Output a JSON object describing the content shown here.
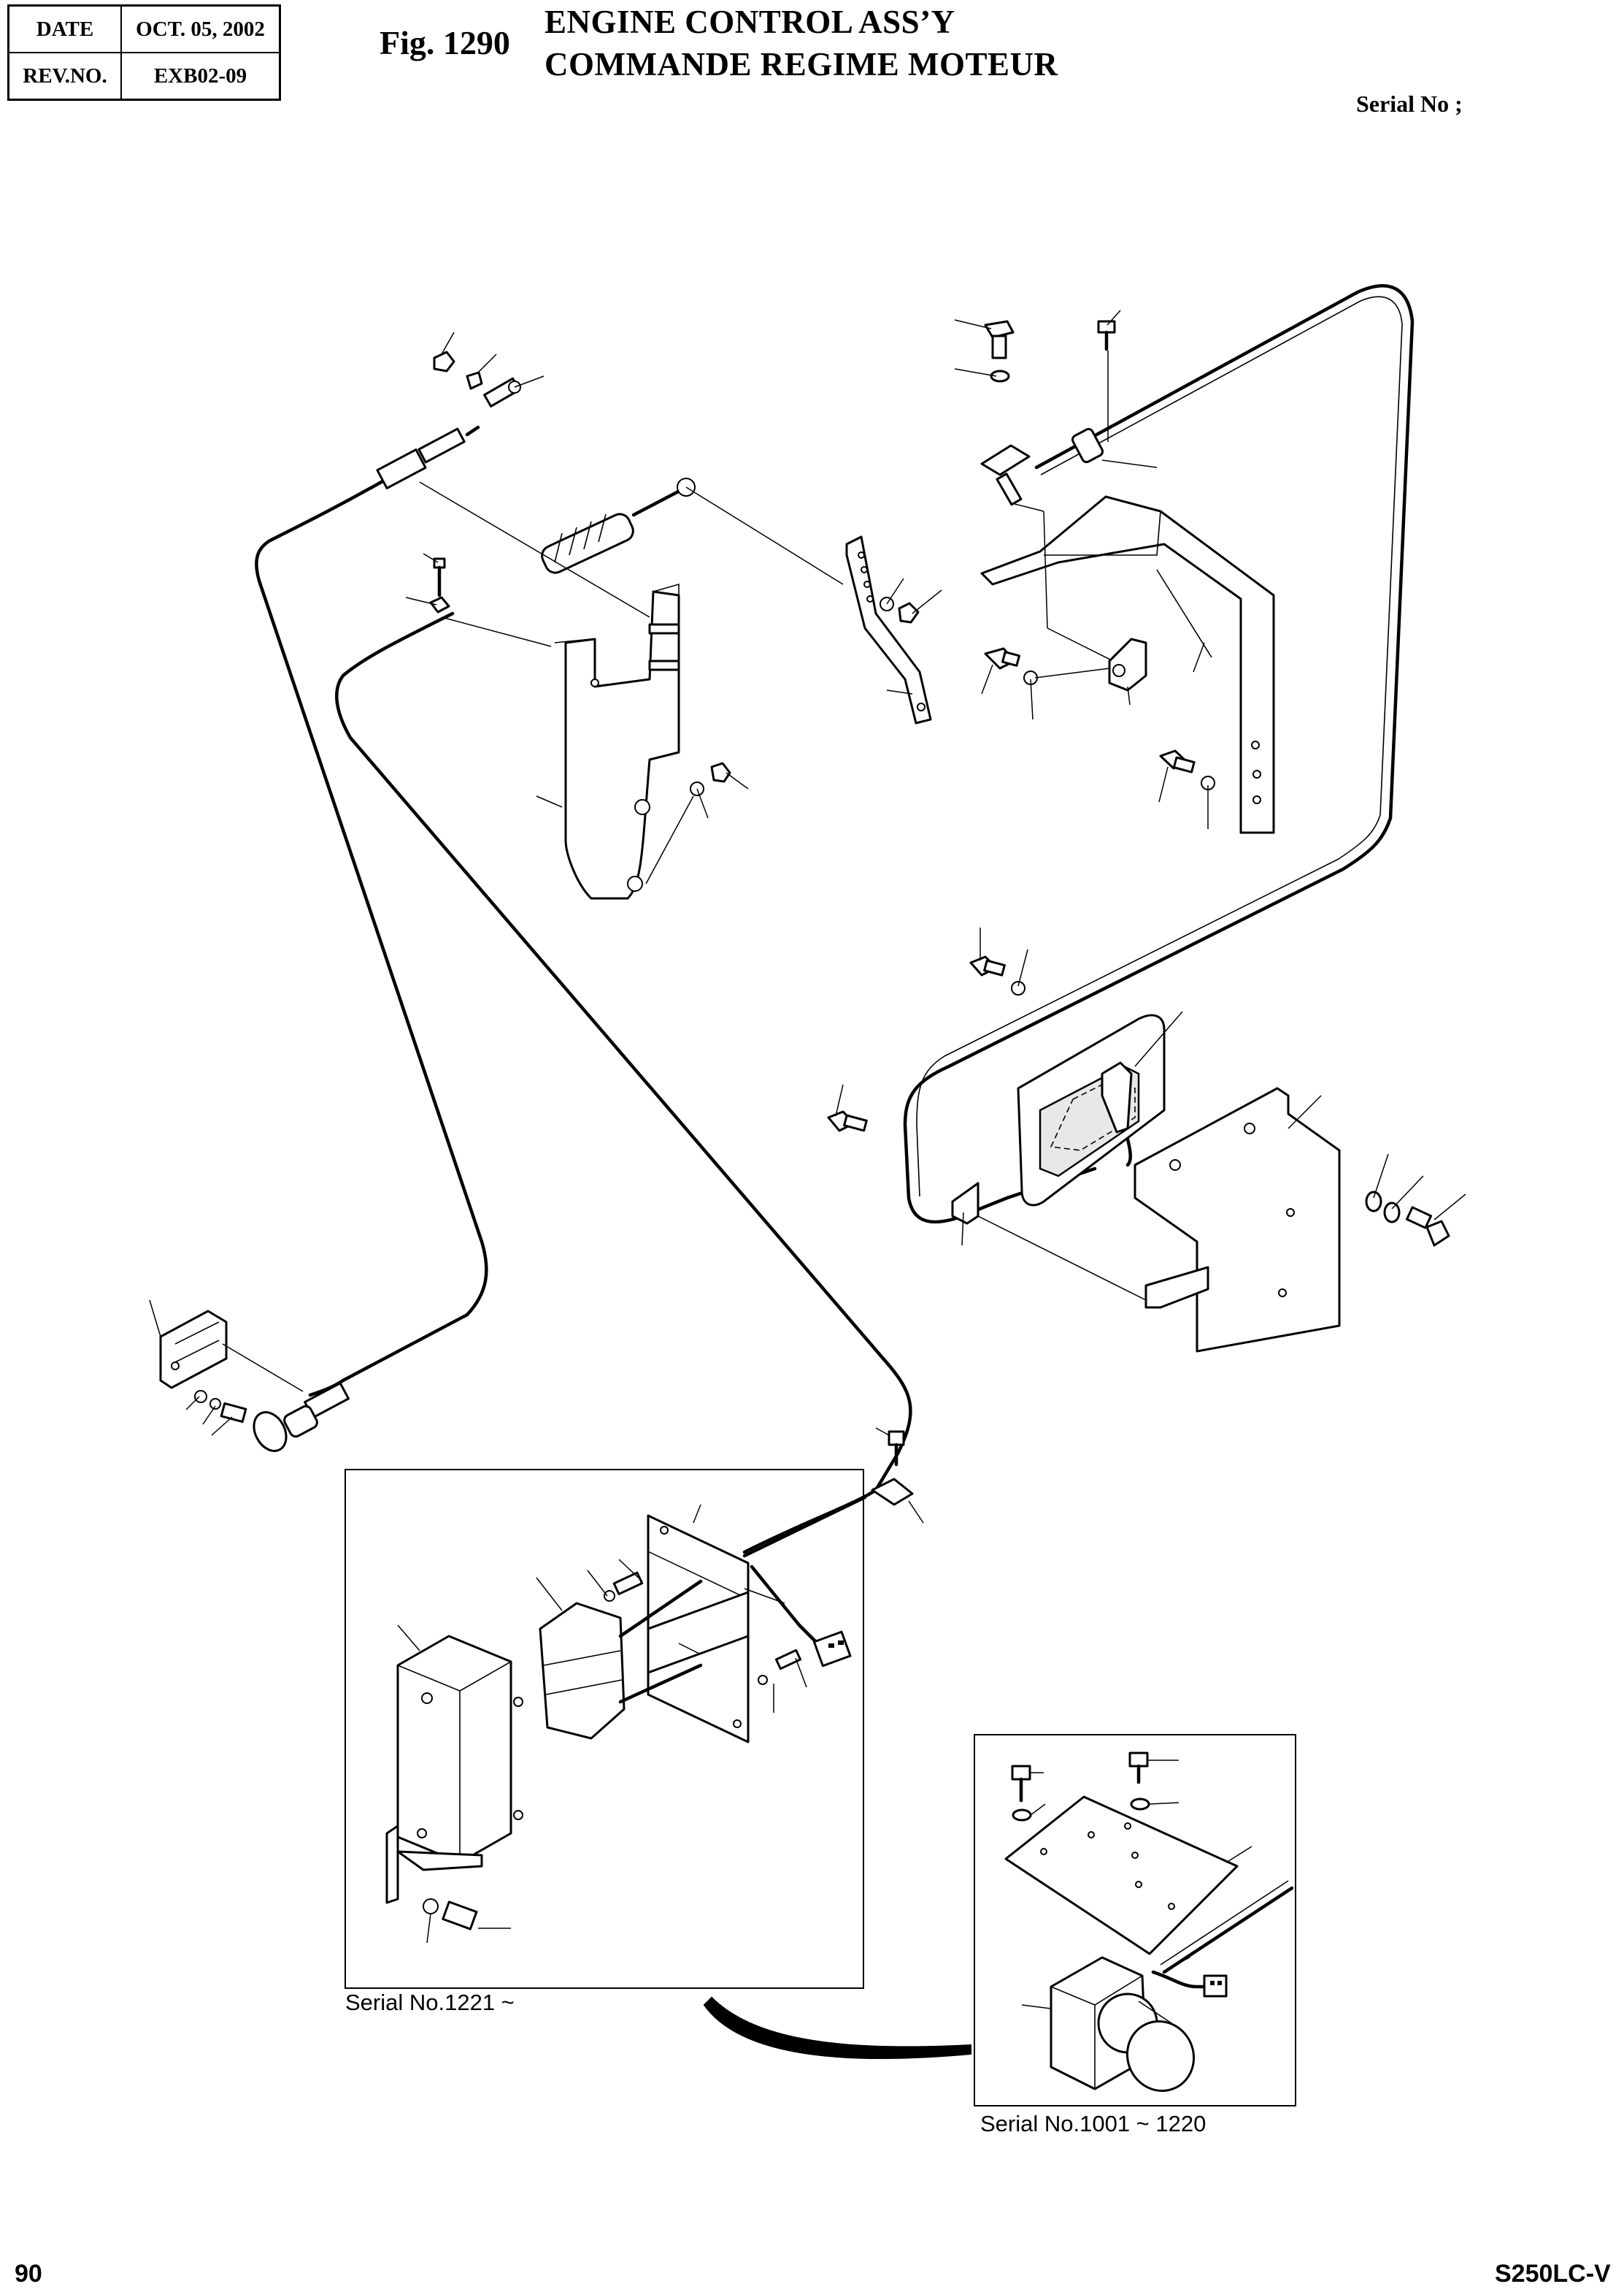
{
  "header": {
    "date_label": "DATE",
    "date_value": "OCT. 05, 2002",
    "rev_label": "REV.NO.",
    "rev_value": "EXB02-09",
    "fig_number": "Fig. 1290",
    "title_en": "ENGINE CONTROL ASS’Y",
    "title_fr": "COMMANDE REGIME MOTEUR",
    "serial_label": "Serial No ;"
  },
  "insets": {
    "inset_a_caption": "Serial No.1221 ~",
    "inset_b_caption": "Serial No.1001 ~ 1220"
  },
  "footer": {
    "page_number": "90",
    "model": "S250LC-V"
  }
}
